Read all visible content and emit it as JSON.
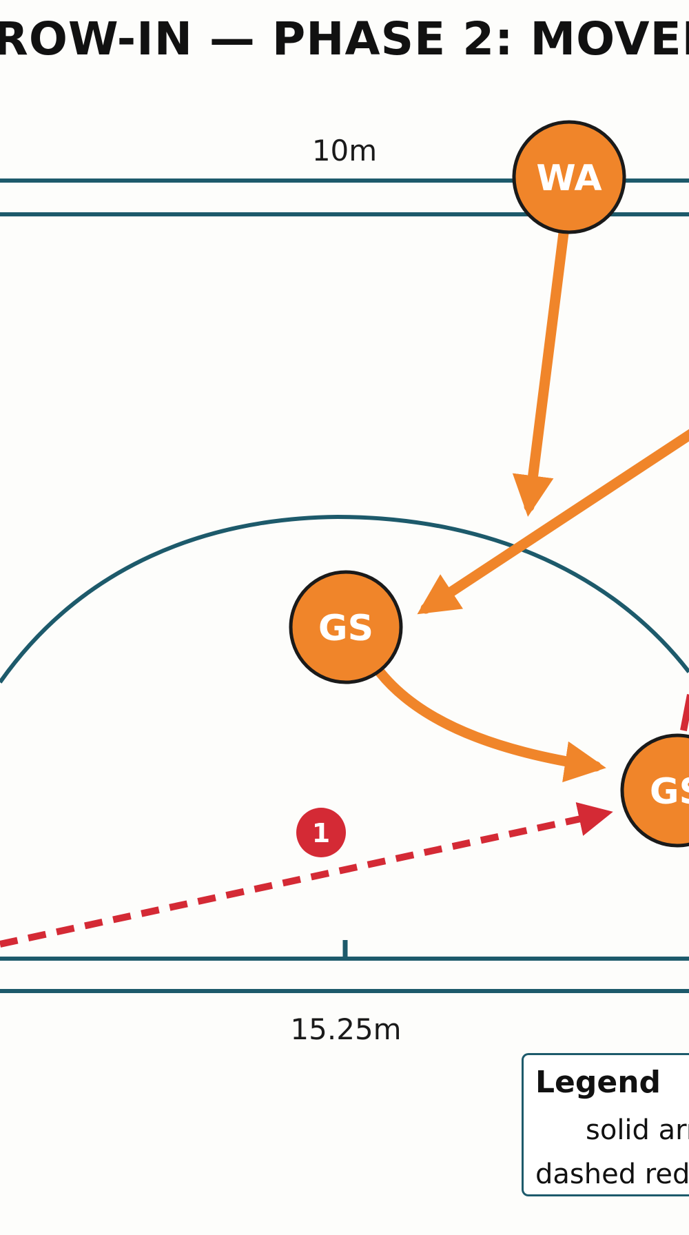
{
  "title": "ROW-IN — PHASE 2: MOVEMEN",
  "court": {
    "top_dimension": "10m",
    "bottom_dimension": "15.25m",
    "line_color": "#1d5a6b"
  },
  "players": [
    {
      "id": "wa",
      "label": "WA"
    },
    {
      "id": "gs-start",
      "label": "GS"
    },
    {
      "id": "gs-end",
      "label": "GS"
    }
  ],
  "steps": [
    {
      "label": "1"
    }
  ],
  "colors": {
    "player_fill": "#f0852a",
    "player_outline": "#1a1a1a",
    "movement_arrow": "#f0852a",
    "pass_arrow": "#d42a35",
    "step_badge": "#d42a35"
  },
  "legend": {
    "title": "Legend",
    "items": [
      "solid arr",
      "dashed red a"
    ]
  }
}
